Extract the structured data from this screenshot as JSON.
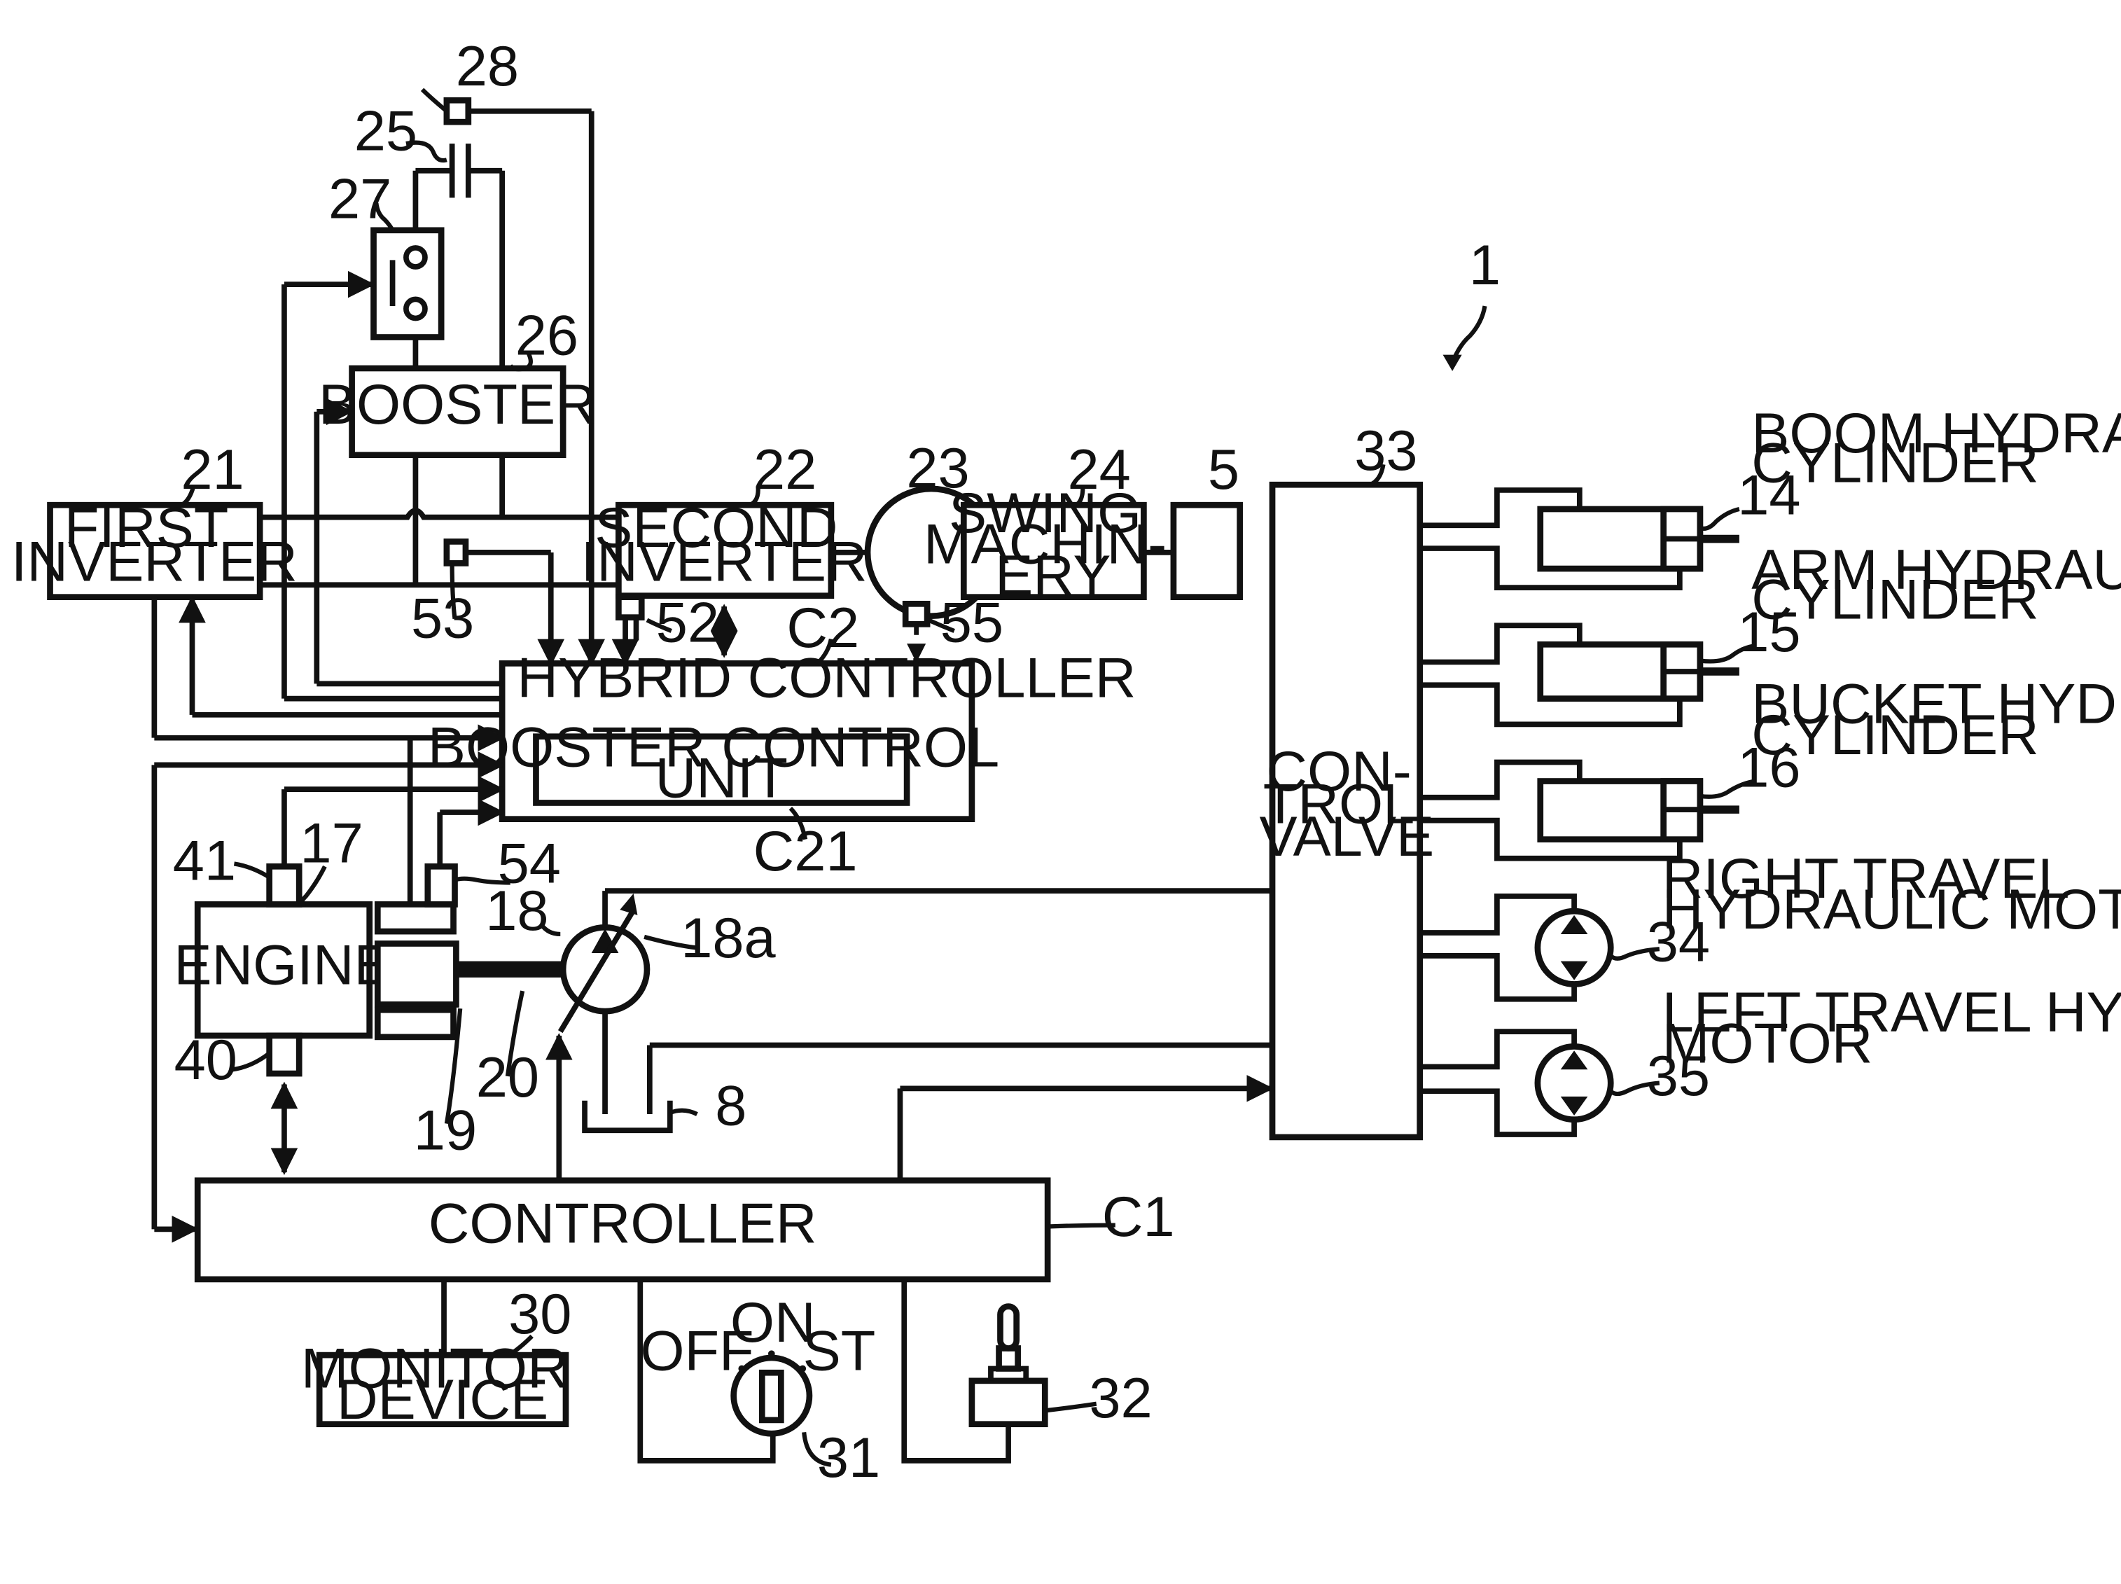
{
  "blocks": {
    "first_inverter": [
      "FIRST",
      "INVERTER"
    ],
    "booster": [
      "BOOSTER"
    ],
    "second_inverter": [
      "SECOND",
      "INVERTER"
    ],
    "swing_machinery": [
      "SWING",
      "MACHIN-",
      "ERY"
    ],
    "hybrid_controller": "HYBRID CONTROLLER",
    "booster_control_unit": [
      "BOOSTER CONTROL",
      "UNIT"
    ],
    "engine": "ENGINE",
    "controller": "CONTROLLER",
    "control_valve": [
      "CON-",
      "TROL",
      "VALVE"
    ],
    "monitor_device": [
      "MONITOR",
      "DEVICE"
    ]
  },
  "actuators": {
    "boom": [
      "BOOM HYDRAULIC",
      "CYLINDER"
    ],
    "arm": [
      "ARM HYDRAULIC",
      "CYLINDER"
    ],
    "bucket": [
      "BUCKET HYDRAULIC",
      "CYLINDER"
    ],
    "right_motor": [
      "RIGHT TRAVEL",
      "HYDRAULIC MOTOR"
    ],
    "left_motor": [
      "LEFT TRAVEL HYDRAULIC",
      "MOTOR"
    ]
  },
  "key_switch": {
    "off": "OFF",
    "on": "ON",
    "st": "ST"
  },
  "refs": {
    "system": "1",
    "tank": "8",
    "swing_load": "5",
    "boom": "14",
    "arm": "15",
    "bucket": "16",
    "engine": "17",
    "pump": "18",
    "pump_swash": "18a",
    "gen_motor": "19",
    "shaft": "20",
    "first_inverter": "21",
    "second_inverter": "22",
    "swing_motor": "23",
    "swing_machinery": "24",
    "capacitor": "25",
    "booster": "26",
    "contactor": "27",
    "sensor_28": "28",
    "monitor": "30",
    "key_switch": "31",
    "lever": "32",
    "control_valve": "33",
    "right_motor": "34",
    "left_motor": "35",
    "sensor_40": "40",
    "sensor_41": "41",
    "sensor_52": "52",
    "sensor_53": "53",
    "sensor_54": "54",
    "sensor_55": "55",
    "controller": "C1",
    "hybrid_controller": "C2",
    "booster_control_unit": "C21"
  }
}
